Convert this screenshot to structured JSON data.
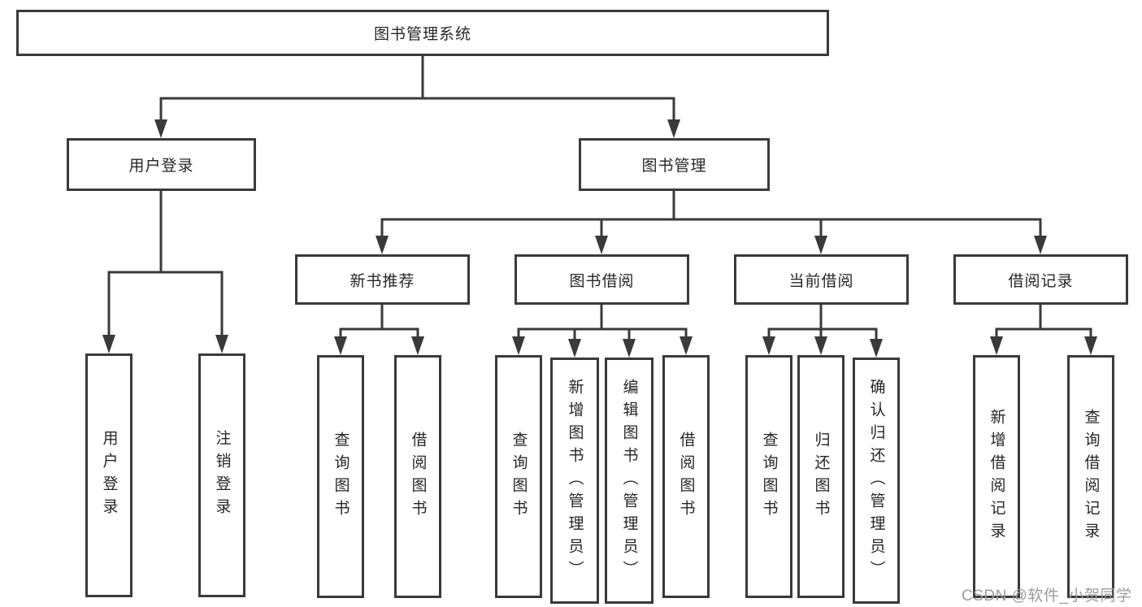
{
  "title": "图书管理系统",
  "watermark": "CSDN @软件_小贺同学",
  "colors": {
    "line": "#3a3a3a",
    "text": "#262626",
    "watermark": "#9c9c9c",
    "background": "#ffffff"
  },
  "tree": {
    "root": {
      "label": "图书管理系统"
    },
    "branches": [
      {
        "label": "用户登录",
        "children": [
          {
            "label": "用户登录"
          },
          {
            "label": "注销登录"
          }
        ]
      },
      {
        "label": "图书管理",
        "children": [
          {
            "label": "新书推荐",
            "children": [
              {
                "label": "查询图书"
              },
              {
                "label": "借阅图书"
              }
            ]
          },
          {
            "label": "图书借阅",
            "children": [
              {
                "label": "查询图书"
              },
              {
                "label": "新增图书（管理员）"
              },
              {
                "label": "编辑图书（管理员）"
              },
              {
                "label": "借阅图书"
              }
            ]
          },
          {
            "label": "当前借阅",
            "children": [
              {
                "label": "查询图书"
              },
              {
                "label": "归还图书"
              },
              {
                "label": "确认归还（管理员）"
              }
            ]
          },
          {
            "label": "借阅记录",
            "children": [
              {
                "label": "新增借阅记录"
              },
              {
                "label": "查询借阅记录"
              }
            ]
          }
        ]
      }
    ]
  }
}
